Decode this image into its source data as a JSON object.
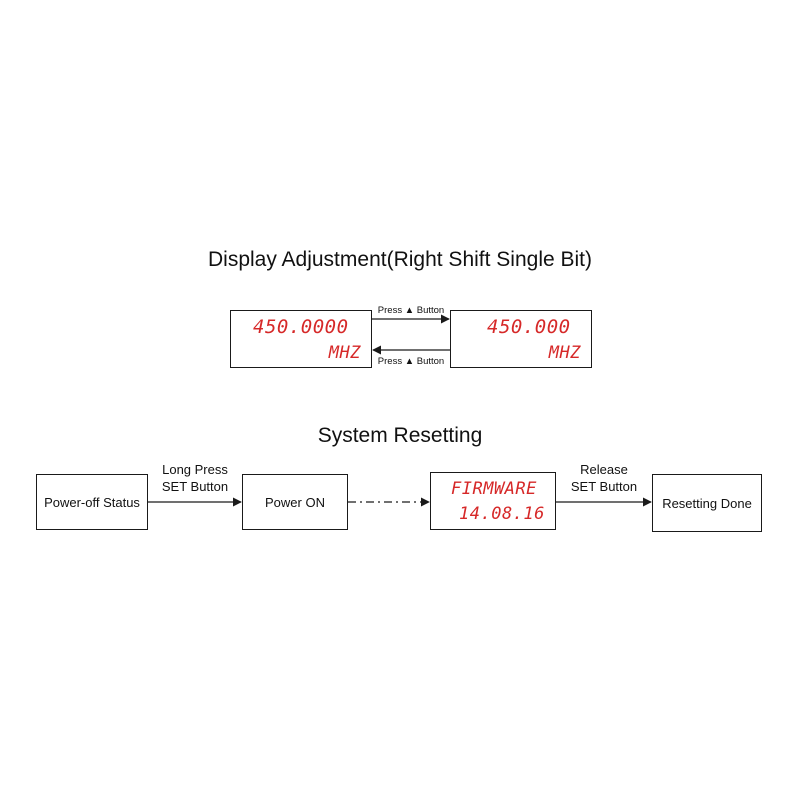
{
  "section1": {
    "title": "Display Adjustment(Right Shift Single Bit)",
    "left_display": {
      "value": "450.0000",
      "unit": "MHZ"
    },
    "right_display": {
      "value": "450.000",
      "unit": "MHZ"
    },
    "arrow_top_label": "Press ▲ Button",
    "arrow_bottom_label": "Press ▲ Button"
  },
  "section2": {
    "title": "System Resetting",
    "box_power_off": "Power-off Status",
    "arrow1_label_line1": "Long Press",
    "arrow1_label_line2": "SET Button",
    "box_power_on": "Power ON",
    "firmware_display": {
      "line1": "FIRMWARE",
      "line2": "14.08.16"
    },
    "arrow3_label_line1": "Release",
    "arrow3_label_line2": "SET Button",
    "box_done": "Resetting Done"
  },
  "colors": {
    "lcd_red": "#d62828",
    "line": "#1a1a1a"
  }
}
